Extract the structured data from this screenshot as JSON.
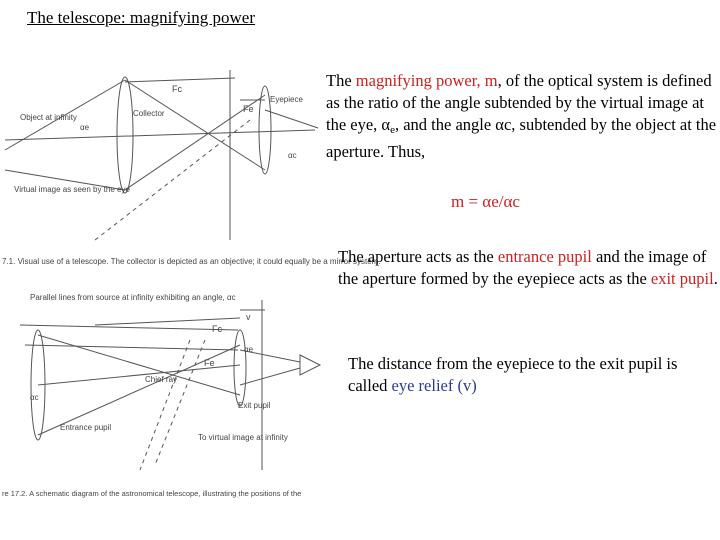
{
  "slide": {
    "title": "The telescope: magnifying power",
    "para1": {
      "t1": "The ",
      "h1": "magnifying power, m",
      "t2": ", of the optical system is defined as the ratio of the angle subtended by the virtual image at the eye, α",
      "sub": "e",
      "t3": ", and the angle αc, subtended by the object at the aperture. Thus,"
    },
    "equation": "m = αe/αc",
    "para2": {
      "t1": "The aperture acts as the ",
      "h1": "entrance pupil",
      "t2": " and the image of the aperture formed by the eyepiece acts as the ",
      "h2": "exit pupil",
      "t3": "."
    },
    "para3": {
      "t1": "The distance from the eyepiece to the exit pupil is called ",
      "h1": "eye relief (v)"
    }
  },
  "figure1": {
    "labels": [
      "Fc",
      "Fe",
      "Eyepiece",
      "Object at infinity",
      "αe",
      "Collector",
      "αc",
      "Virtual image as seen by the eye"
    ],
    "caption": "7.1. Visual use of a telescope. The collector is depicted as an objective; it could equally be a mirror system."
  },
  "figure2": {
    "labels": [
      "Parallel lines from source at infinity exhibiting an angle, αc",
      "Fc",
      "v",
      "Fe",
      "αc",
      "αe",
      "Chief ray",
      "Exit pupil",
      "Entrance pupil",
      "To virtual image at infinity"
    ],
    "caption": "re 17.2. A schematic diagram of the astronomical telescope, illustrating the positions of the"
  },
  "colors": {
    "highlight_red": "#cc2020",
    "highlight_blue": "#2a3b8f"
  }
}
